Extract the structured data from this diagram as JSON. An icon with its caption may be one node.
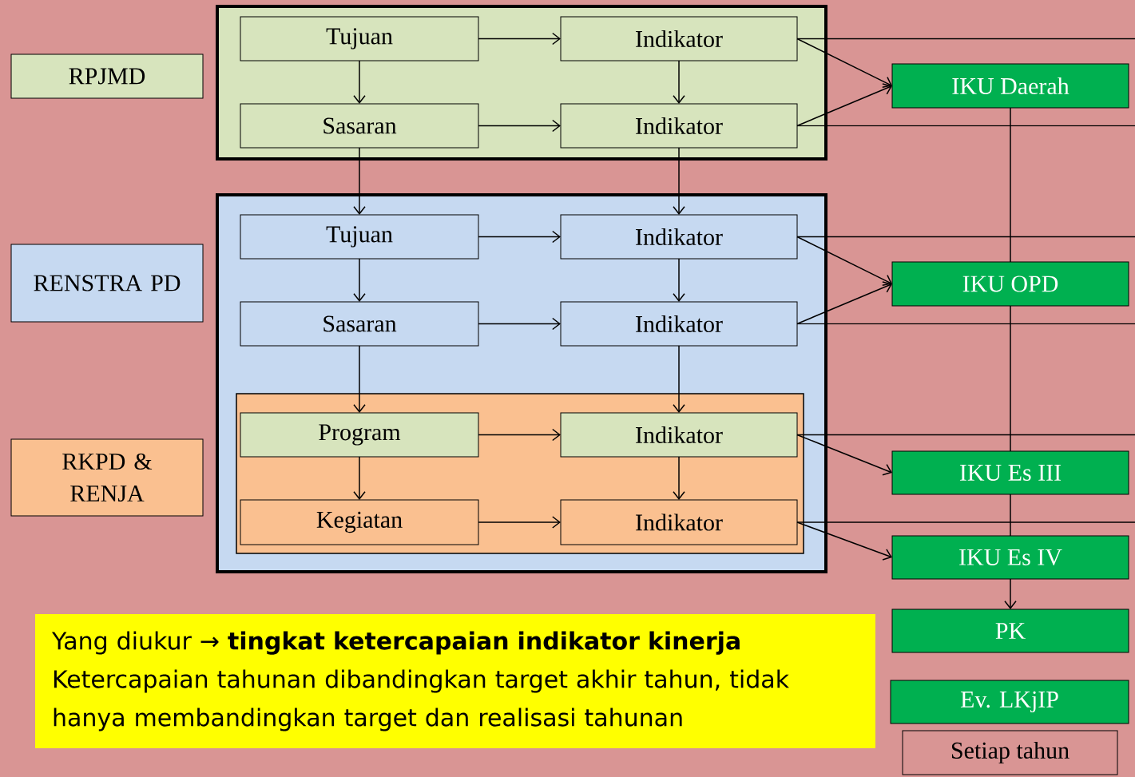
{
  "diagram": {
    "nodes": [
      {
        "text": [
          "RPJMD"
        ]
      },
      {
        "text": [
          "RENSTRA PD"
        ]
      },
      {
        "text": [
          "RKPD & RENJA"
        ]
      },
      {
        "text": [],
        "shape": "box"
      },
      {
        "text": [
          "Tujuan"
        ],
        "in": 3
      },
      {
        "text": [
          "Indikator"
        ],
        "in": 3
      },
      {
        "text": [
          "Sasaran"
        ],
        "in": 3
      },
      {
        "text": [
          "Indikator"
        ],
        "in": 3
      },
      {
        "text": [],
        "shape": "box"
      },
      {
        "text": [
          "Tujuan"
        ],
        "in": 8
      },
      {
        "text": [
          "Indikator"
        ],
        "in": 8
      },
      {
        "text": [
          "Sasaran"
        ],
        "in": 8
      },
      {
        "text": [
          "Indikator"
        ],
        "in": 8
      },
      {
        "text": [],
        "shape": "box",
        "in": 8
      },
      {
        "text": [
          "Program"
        ],
        "in": 13
      },
      {
        "text": [
          "Indikator"
        ],
        "in": 13
      },
      {
        "text": [
          "Kegiatan"
        ],
        "in": 13
      },
      {
        "text": [
          "Indikator"
        ],
        "in": 13
      },
      {
        "text": [
          "IKU Daerah"
        ]
      },
      {
        "text": [
          "IKU OPD"
        ]
      },
      {
        "text": [
          "IKU Es III"
        ]
      },
      {
        "text": [
          "IKU Es IV"
        ]
      },
      {
        "text": [
          "PK"
        ]
      },
      {
        "text": [
          "Ev. LKjIP"
        ]
      },
      {
        "text": [
          "Setiap tahun"
        ]
      },
      {
        "text": [
          "Yang diukur → **tingkat ketercapaian indikator kinerja**",
          "Ketercapaian tahunan dibandingkan target akhir tahun, tidak hanya membandingkan target dan realisasi tahunan"
        ]
      }
    ],
    "edges": [
      {
        "from": 4,
        "to": 5,
        "arrow": "to"
      },
      {
        "from": 4,
        "to": 6,
        "arrow": "to"
      },
      {
        "from": 5,
        "to": 7,
        "arrow": "to"
      },
      {
        "from": 6,
        "to": 7,
        "arrow": "to"
      },
      {
        "from": 6,
        "to": 9,
        "arrow": "to"
      },
      {
        "from": 7,
        "to": 10,
        "arrow": "to"
      },
      {
        "from": 9,
        "to": 10,
        "arrow": "to"
      },
      {
        "from": 9,
        "to": 11,
        "arrow": "to"
      },
      {
        "from": 10,
        "to": 12,
        "arrow": "to"
      },
      {
        "from": 11,
        "to": 12,
        "arrow": "to"
      },
      {
        "from": 11,
        "to": 14,
        "arrow": "to"
      },
      {
        "from": 12,
        "to": 15,
        "arrow": "to"
      },
      {
        "from": 14,
        "to": 15,
        "arrow": "to"
      },
      {
        "from": 14,
        "to": 16,
        "arrow": "to"
      },
      {
        "from": 15,
        "to": 17,
        "arrow": "to"
      },
      {
        "from": 16,
        "to": 17,
        "arrow": "to"
      },
      {
        "from": 5,
        "to": 18,
        "arrow": "to"
      },
      {
        "from": 7,
        "to": 18,
        "arrow": "to"
      },
      {
        "from": 10,
        "to": 19,
        "arrow": "to"
      },
      {
        "from": 12,
        "to": 19,
        "arrow": "to"
      },
      {
        "from": 15,
        "to": 20,
        "arrow": "to"
      },
      {
        "from": 17,
        "to": 21,
        "arrow": "to"
      },
      {
        "from": 18,
        "to": 19,
        "arrow": "none"
      },
      {
        "from": 19,
        "to": 20,
        "arrow": "none"
      },
      {
        "from": 20,
        "to": 21,
        "arrow": "none"
      },
      {
        "from": 21,
        "to": 22,
        "arrow": "to"
      },
      {
        "from": 5,
        "to": null,
        "arrow": "none"
      },
      {
        "from": 7,
        "to": null,
        "arrow": "none"
      },
      {
        "from": 10,
        "to": null,
        "arrow": "none"
      },
      {
        "from": 12,
        "to": null,
        "arrow": "none"
      },
      {
        "from": 15,
        "to": null,
        "arrow": "none"
      },
      {
        "from": 17,
        "to": null,
        "arrow": "none"
      }
    ]
  }
}
